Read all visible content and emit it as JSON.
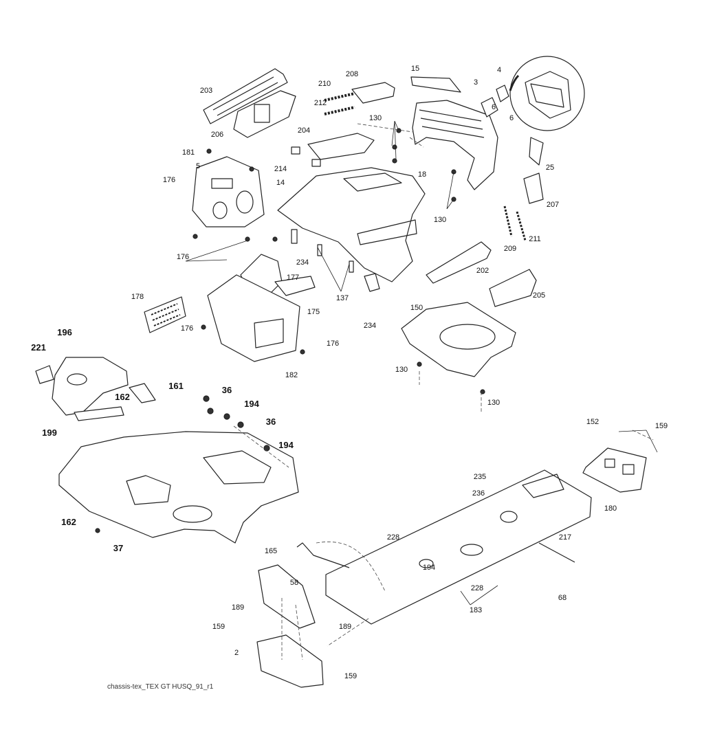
{
  "diagram": {
    "caption": "chassis-tex_TEX GT HUSQ_91_r1",
    "labels": [
      "203",
      "206",
      "210",
      "212",
      "208",
      "15",
      "3",
      "4",
      "6",
      "6",
      "130",
      "204",
      "181",
      "214",
      "18",
      "5",
      "14",
      "176",
      "25",
      "207",
      "130",
      "211",
      "209",
      "176",
      "234",
      "137",
      "202",
      "178",
      "177",
      "175",
      "205",
      "176",
      "176",
      "150",
      "234",
      "196",
      "221",
      "182",
      "162",
      "130",
      "161",
      "130",
      "199",
      "36",
      "194",
      "36",
      "194",
      "152",
      "159",
      "235",
      "236",
      "180",
      "162",
      "37",
      "228",
      "217",
      "165",
      "194",
      "58",
      "228",
      "189",
      "183",
      "68",
      "159",
      "189",
      "2",
      "159"
    ]
  }
}
